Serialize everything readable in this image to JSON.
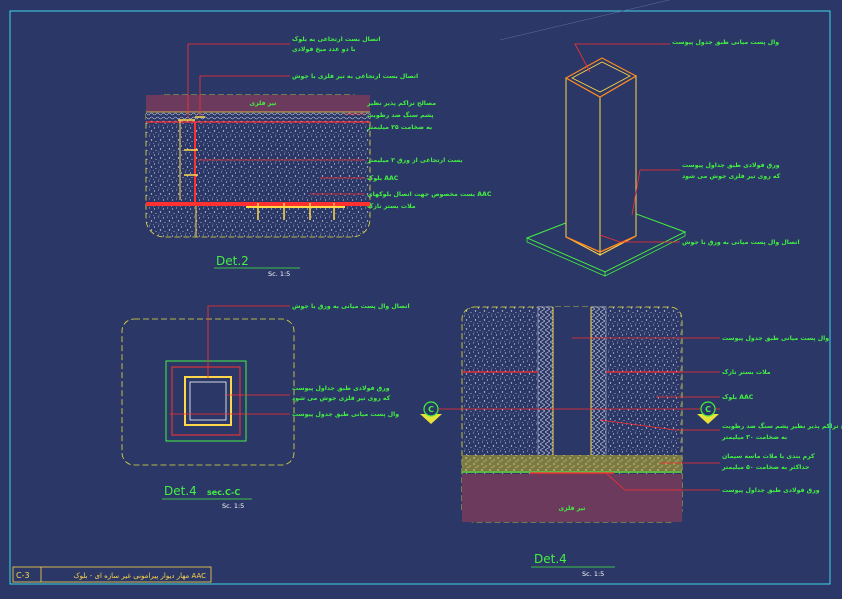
{
  "titleblock": {
    "code": "C-3",
    "title": "مهار دیوار پیرامونی غیر سازه ای - بلوک AAC"
  },
  "det2": {
    "title": "Det.2",
    "scale": "Sc. 1:5",
    "beam": "تیر فلزی",
    "labels": [
      "اتصال بست ارتجاعی به بلوک",
      "با دو عدد میخ فولادی",
      "اتصال بست ارتجاعی به تیر فلزی با جوش",
      "مصالح تراکم پذیر نظیر",
      "پشم سنگ ضد رطوبت",
      "به ضخامت ۲۵ میلیمتر",
      "بست ارتجاعی از ورق ۲ میلیمتر",
      "بلوک AAC",
      "بست مخصوص جهت اتصال بلوکهای AAC",
      "ملات بستر نازک"
    ]
  },
  "iso": {
    "labels": [
      "وال پست میانی طبق جدول پیوست",
      "ورق فولادی طبق جداول پیوست",
      "که روی تیر فلزی جوش می شود",
      "اتصال وال پست میانی به ورق با جوش"
    ]
  },
  "det4sec": {
    "title": "Det.4",
    "title_suffix": "sec.C-C",
    "scale": "Sc. 1:5",
    "labels": [
      "اتصال وال پست میانی به ورق با جوش",
      "ورق فولادی طبق جداول پیوست",
      "که روی تیر فلزی جوش می شود",
      "وال پست میانی طبق جدول پیوست"
    ]
  },
  "det4": {
    "title": "Det.4",
    "scale": "Sc. 1:5",
    "beam": "تیر فلزی",
    "section_mark": "C",
    "labels": [
      "وال پست میانی طبق جدول پیوست",
      "ملات بستر نازک",
      "بلوک AAC",
      "مصالح تراکم پذیر نظیر پشم سنگ ضد رطوبت",
      "به ضخامت ۳۰ میلیمتر",
      "کرم بندی با ملات ماسه سیمان",
      "حداکثر به ضخامت ۵۰ میلیمتر",
      "ورق فولادی طبق جداول پیوست"
    ]
  }
}
